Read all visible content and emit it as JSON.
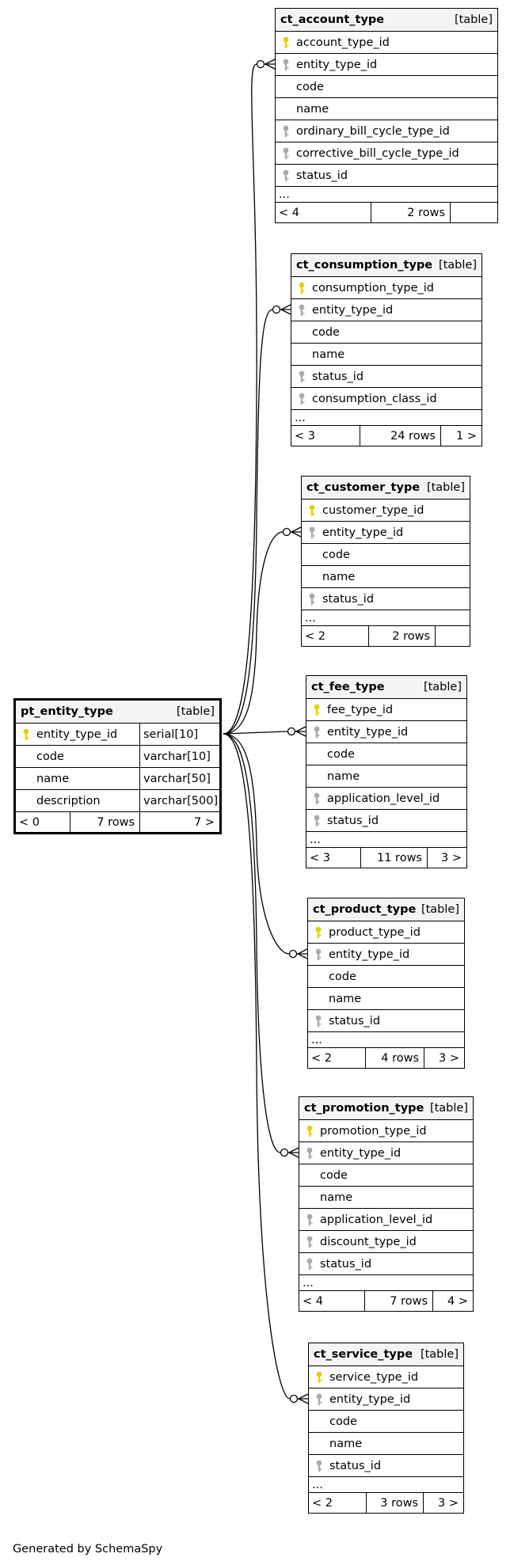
{
  "footer_text": "Generated by SchemaSpy",
  "colors": {
    "primary_key": "#e6d000",
    "foreign_key": "#aaaaaa",
    "header_bg": "#f4f4f4"
  },
  "main": {
    "name": "pt_entity_type",
    "type": "[table]",
    "columns": [
      {
        "name": "entity_type_id",
        "key": "pk",
        "dtype": "serial[10]"
      },
      {
        "name": "code",
        "key": "",
        "dtype": "varchar[10]"
      },
      {
        "name": "name",
        "key": "",
        "dtype": "varchar[50]"
      },
      {
        "name": "description",
        "key": "",
        "dtype": "varchar[500]"
      }
    ],
    "footer": {
      "parents": "< 0",
      "rows": "7 rows",
      "children": "7 >"
    }
  },
  "tables": [
    {
      "name": "ct_account_type",
      "type": "[table]",
      "columns": [
        {
          "name": "account_type_id",
          "key": "pk"
        },
        {
          "name": "entity_type_id",
          "key": "fk"
        },
        {
          "name": "code",
          "key": ""
        },
        {
          "name": "name",
          "key": ""
        },
        {
          "name": "ordinary_bill_cycle_type_id",
          "key": "fk"
        },
        {
          "name": "corrective_bill_cycle_type_id",
          "key": "fk"
        },
        {
          "name": "status_id",
          "key": "fk"
        }
      ],
      "ellipsis": "...",
      "footer": {
        "parents": "< 4",
        "rows": "2 rows",
        "children": ""
      }
    },
    {
      "name": "ct_consumption_type",
      "type": "[table]",
      "columns": [
        {
          "name": "consumption_type_id",
          "key": "pk"
        },
        {
          "name": "entity_type_id",
          "key": "fk"
        },
        {
          "name": "code",
          "key": ""
        },
        {
          "name": "name",
          "key": ""
        },
        {
          "name": "status_id",
          "key": "fk"
        },
        {
          "name": "consumption_class_id",
          "key": "fk"
        }
      ],
      "ellipsis": "...",
      "footer": {
        "parents": "< 3",
        "rows": "24 rows",
        "children": "1 >"
      }
    },
    {
      "name": "ct_customer_type",
      "type": "[table]",
      "columns": [
        {
          "name": "customer_type_id",
          "key": "pk"
        },
        {
          "name": "entity_type_id",
          "key": "fk"
        },
        {
          "name": "code",
          "key": ""
        },
        {
          "name": "name",
          "key": ""
        },
        {
          "name": "status_id",
          "key": "fk"
        }
      ],
      "ellipsis": "...",
      "footer": {
        "parents": "< 2",
        "rows": "2 rows",
        "children": ""
      }
    },
    {
      "name": "ct_fee_type",
      "type": "[table]",
      "columns": [
        {
          "name": "fee_type_id",
          "key": "pk"
        },
        {
          "name": "entity_type_id",
          "key": "fk"
        },
        {
          "name": "code",
          "key": ""
        },
        {
          "name": "name",
          "key": ""
        },
        {
          "name": "application_level_id",
          "key": "fk"
        },
        {
          "name": "status_id",
          "key": "fk"
        }
      ],
      "ellipsis": "...",
      "footer": {
        "parents": "< 3",
        "rows": "11 rows",
        "children": "3 >"
      }
    },
    {
      "name": "ct_product_type",
      "type": "[table]",
      "columns": [
        {
          "name": "product_type_id",
          "key": "pk"
        },
        {
          "name": "entity_type_id",
          "key": "fk"
        },
        {
          "name": "code",
          "key": ""
        },
        {
          "name": "name",
          "key": ""
        },
        {
          "name": "status_id",
          "key": "fk"
        }
      ],
      "ellipsis": "...",
      "footer": {
        "parents": "< 2",
        "rows": "4 rows",
        "children": "3 >"
      }
    },
    {
      "name": "ct_promotion_type",
      "type": "[table]",
      "columns": [
        {
          "name": "promotion_type_id",
          "key": "pk"
        },
        {
          "name": "entity_type_id",
          "key": "fk"
        },
        {
          "name": "code",
          "key": ""
        },
        {
          "name": "name",
          "key": ""
        },
        {
          "name": "application_level_id",
          "key": "fk"
        },
        {
          "name": "discount_type_id",
          "key": "fk"
        },
        {
          "name": "status_id",
          "key": "fk"
        }
      ],
      "ellipsis": "...",
      "footer": {
        "parents": "< 4",
        "rows": "7 rows",
        "children": "4 >"
      }
    },
    {
      "name": "ct_service_type",
      "type": "[table]",
      "columns": [
        {
          "name": "service_type_id",
          "key": "pk"
        },
        {
          "name": "entity_type_id",
          "key": "fk"
        },
        {
          "name": "code",
          "key": ""
        },
        {
          "name": "name",
          "key": ""
        },
        {
          "name": "status_id",
          "key": "fk"
        }
      ],
      "ellipsis": "...",
      "footer": {
        "parents": "< 2",
        "rows": "3 rows",
        "children": "3 >"
      }
    }
  ]
}
